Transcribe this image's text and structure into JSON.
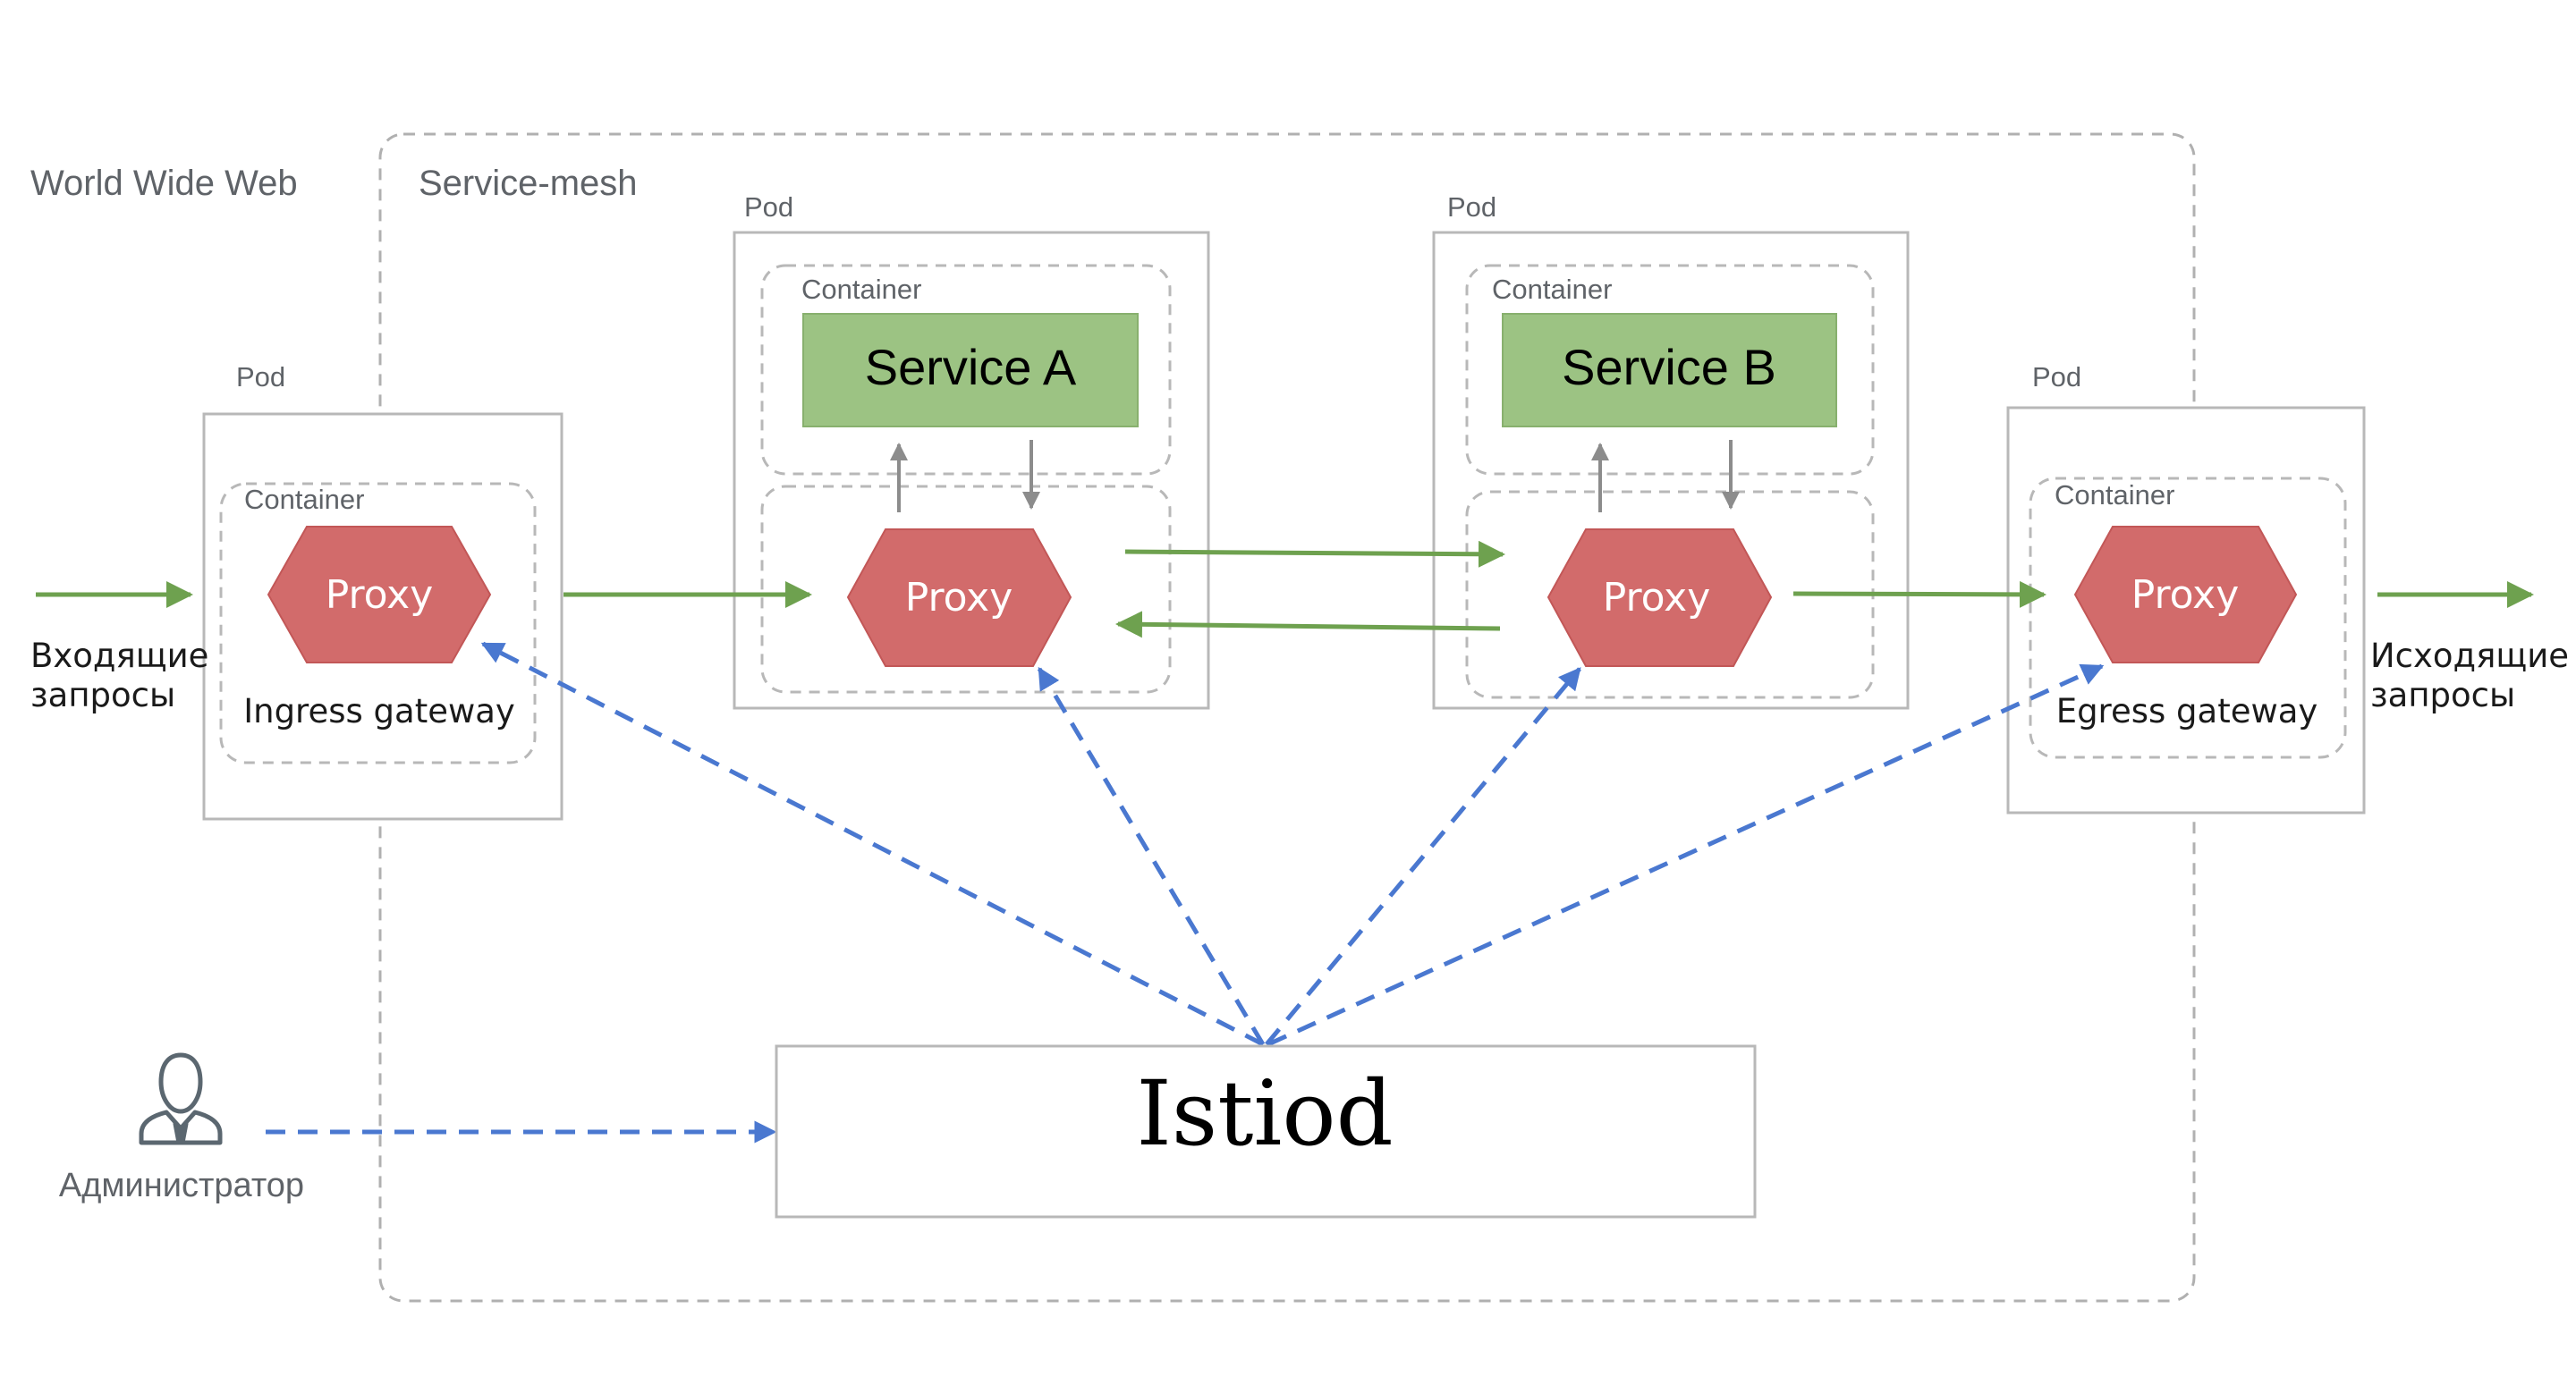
{
  "regions": {
    "www": "World Wide Web",
    "mesh": "Service-mesh"
  },
  "pods": {
    "ingress": {
      "pod": "Pod",
      "container": "Container",
      "proxy": "Proxy",
      "caption": "Ingress gateway"
    },
    "service_a": {
      "pod": "Pod",
      "app_container": "Container",
      "service": "Service A",
      "proxy": "Proxy"
    },
    "service_b": {
      "pod": "Pod",
      "app_container": "Container",
      "service": "Service B",
      "proxy": "Proxy"
    },
    "egress": {
      "pod": "Pod",
      "container": "Container",
      "proxy": "Proxy",
      "caption": "Egress gateway"
    }
  },
  "incoming": {
    "line1": "Входящие",
    "line2": "запросы"
  },
  "outgoing": {
    "line1": "Исходящие",
    "line2": "запросы"
  },
  "istiod": "Istiod",
  "admin": "Администратор",
  "colors": {
    "proxy": "#d26b6b",
    "service": "#9cc383",
    "traffic_arrow": "#6ea14f",
    "control_arrow": "#4a78d0",
    "internal_arrow": "#8c8c8c",
    "border": "#b8b8b8"
  }
}
